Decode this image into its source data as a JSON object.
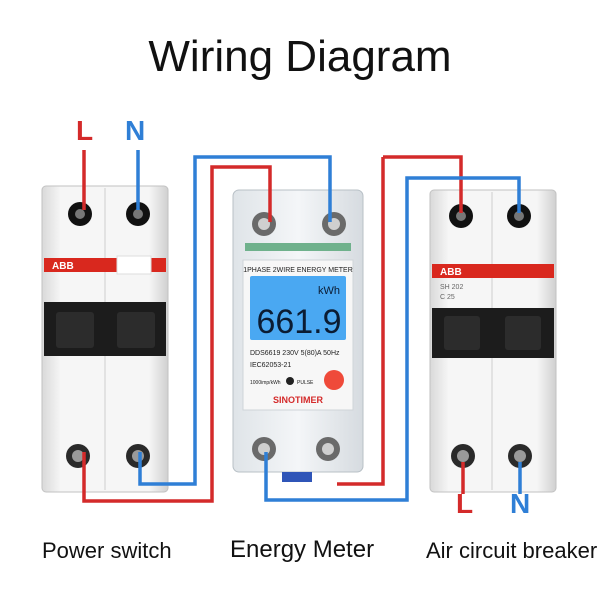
{
  "title": "Wiring Diagram",
  "labels": {
    "top_l": "L",
    "top_n": "N",
    "bottom_l": "L",
    "bottom_n": "N"
  },
  "captions": {
    "left": "Power switch",
    "middle": "Energy Meter",
    "right": "Air circuit breaker"
  },
  "power_switch": {
    "brand": "ABB"
  },
  "breaker": {
    "brand": "ABB",
    "model": "SH 202",
    "rating": "C 25"
  },
  "meter": {
    "header": "1PHASE 2WIRE ENERGY METER",
    "unit": "kWh",
    "reading": "661.9",
    "spec_line1": "DDS6619  230V  5(80)A  50Hz",
    "spec_line2": "IEC62053-21",
    "imp": "1000imp/kWh",
    "pulse": "PULSE",
    "brand": "SINOTIMER"
  },
  "colors": {
    "live": "#d42a2a",
    "neutral": "#2f7fd6",
    "abb_red": "#d9281e",
    "lcd": "#4aa8f2"
  }
}
